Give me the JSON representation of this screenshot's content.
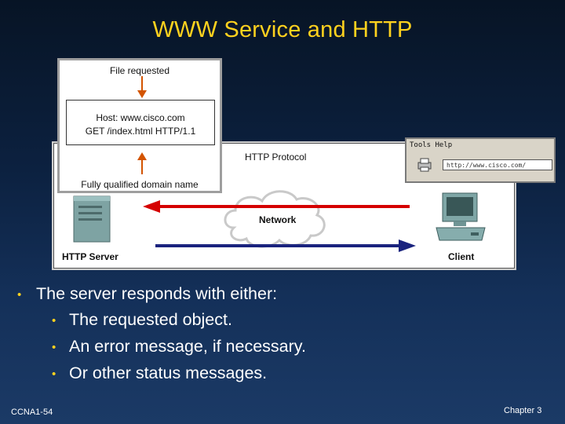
{
  "slide": {
    "title": "WWW Service and HTTP",
    "footer_left": "CCNA1-54",
    "footer_right": "Chapter 3"
  },
  "diagram": {
    "file_requested": "File requested",
    "host_line": "Host: www.cisco.com",
    "get_line": "GET /index.html HTTP/1.1",
    "fqdn_label": "Fully qualified domain name",
    "protocol_label": "HTTP Protocol",
    "network_label": "Network",
    "server_label": "HTTP Server",
    "client_label": "Client",
    "browser_menu": "Tools  Help",
    "browser_address": "http://www.cisco.com/",
    "request_arrow_color": "#1a237e",
    "response_arrow_color": "#d50000",
    "icons": [
      "server-icon",
      "client-computer-icon",
      "network-cloud-icon",
      "printer-icon"
    ]
  },
  "bullets": {
    "main": "The server responds with either:",
    "items": [
      "The requested object.",
      "An error message, if necessary.",
      "Or other status messages."
    ]
  },
  "colors": {
    "title": "#ffd21e",
    "bullet_dot": "#ffd21e",
    "text": "#ffffff"
  }
}
